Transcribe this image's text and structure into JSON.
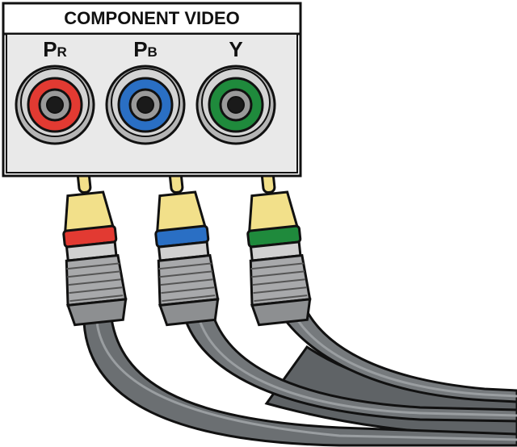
{
  "panel": {
    "title": "COMPONENT VIDEO"
  },
  "jacks": [
    {
      "main": "P",
      "sub": "R",
      "color": "#e23a32"
    },
    {
      "main": "P",
      "sub": "B",
      "color": "#2a6fc4"
    },
    {
      "main": "Y",
      "sub": "",
      "color": "#1f8a3c"
    }
  ],
  "colors": {
    "plug_tip": "#f2e08a",
    "cable": "#6e7275",
    "outline": "#111111"
  }
}
